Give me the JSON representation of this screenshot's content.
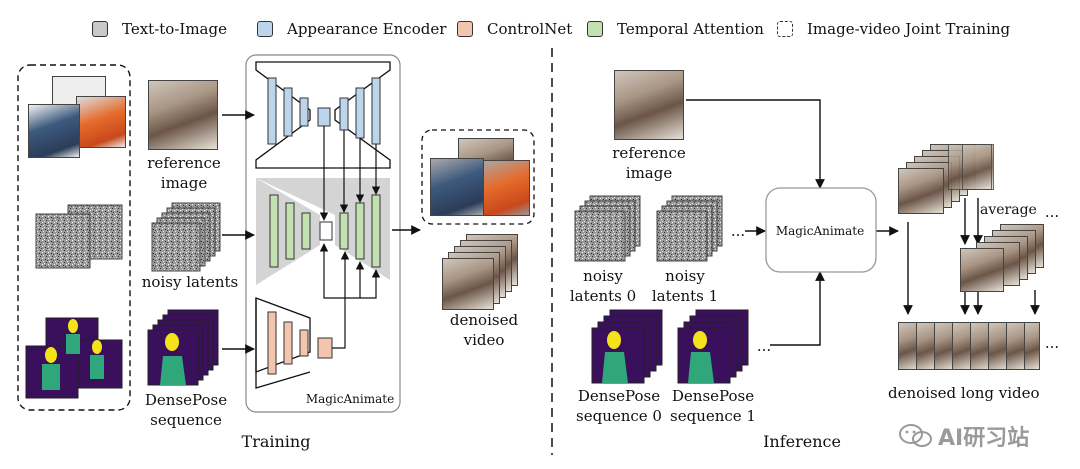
{
  "legend": [
    {
      "label": "Text-to-Image",
      "color": "#c9c9c9",
      "dashed": false
    },
    {
      "label": "Appearance Encoder",
      "color": "#bcd4ec",
      "dashed": false
    },
    {
      "label": "ControlNet",
      "color": "#f3c5ae",
      "dashed": false
    },
    {
      "label": "Temporal Attention",
      "color": "#c3e0b0",
      "dashed": false
    },
    {
      "label": "Image-video Joint Training",
      "color": "#ffffff",
      "dashed": true
    }
  ],
  "training": {
    "title": "Training",
    "reference_label_1": "reference",
    "reference_label_2": "image",
    "noisy_label": "noisy latents",
    "dense_label_1": "DensePose",
    "dense_label_2": "sequence",
    "output_label_1": "denoised",
    "output_label_2": "video",
    "model_name": "MagicAnimate"
  },
  "inference": {
    "title": "Inference",
    "reference_label_1": "reference",
    "reference_label_2": "image",
    "model_name": "MagicAnimate",
    "noisy0_label_1": "noisy",
    "noisy0_label_2": "latents 0",
    "noisy1_label_1": "noisy",
    "noisy1_label_2": "latents 1",
    "dense0_label_1": "DensePose",
    "dense0_label_2": "sequence 0",
    "dense1_label_1": "DensePose",
    "dense1_label_2": "sequence 1",
    "ellipsis": "...",
    "average_label": "average",
    "output_label": "denoised long video"
  },
  "watermark": "AI研习站",
  "colors": {
    "gray_block": "#c9c9c9",
    "blue_block": "#bcd4ec",
    "orange_block": "#f3c5ae",
    "green_block": "#c3e0b0",
    "pose_bg": "#3a0f5c",
    "pose_body": "#f4e21a",
    "pose_limb": "#2fa77a"
  },
  "icons": [
    "wechat-icon",
    "arrow-icon",
    "noise-latent-icon",
    "person-photo-icon",
    "densepose-icon"
  ]
}
